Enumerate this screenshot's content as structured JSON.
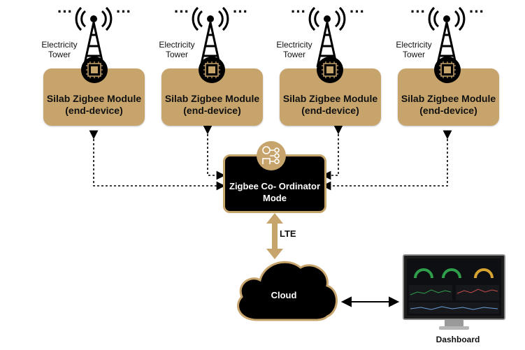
{
  "towers": [
    {
      "label_line1": "Electricity",
      "label_line2": "Tower",
      "dots": "...          ..."
    },
    {
      "label_line1": "Electricity",
      "label_line2": "Tower",
      "dots": "...          ..."
    },
    {
      "label_line1": "Electricity",
      "label_line2": "Tower",
      "dots": "...          ..."
    },
    {
      "label_line1": "Electricity",
      "label_line2": "Tower",
      "dots": "...          ..."
    }
  ],
  "modules": [
    {
      "title": "Silab  Zigbee Module",
      "subtitle": "(end-device)"
    },
    {
      "title": "Silab  Zigbee Module",
      "subtitle": "(end-device)"
    },
    {
      "title": "Silab  Zigbee Module",
      "subtitle": "(end-device)"
    },
    {
      "title": "Silab  Zigbee Module",
      "subtitle": "(end-device)"
    }
  ],
  "coordinator": {
    "line1": "Zigbee Co- Ordinator",
    "line2": "Mode"
  },
  "link_label": "LTE",
  "cloud": {
    "label": "Cloud"
  },
  "dashboard": {
    "label": "Dashboard"
  },
  "colors": {
    "gold": "#c7a46b",
    "dark": "#000000",
    "text": "#111111"
  }
}
